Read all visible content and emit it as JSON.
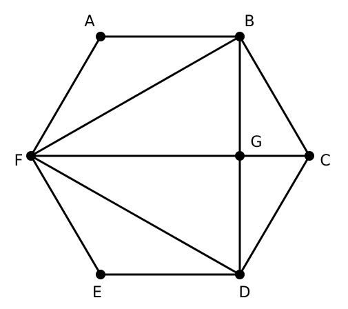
{
  "diagram": {
    "labels": {
      "A": "A",
      "B": "B",
      "C": "C",
      "D": "D",
      "E": "E",
      "F": "F",
      "G": "G"
    },
    "edges": [
      [
        "A",
        "B"
      ],
      [
        "B",
        "C"
      ],
      [
        "C",
        "D"
      ],
      [
        "D",
        "E"
      ],
      [
        "E",
        "F"
      ],
      [
        "F",
        "A"
      ],
      [
        "F",
        "B"
      ],
      [
        "F",
        "C"
      ],
      [
        "F",
        "D"
      ],
      [
        "B",
        "G"
      ],
      [
        "G",
        "D"
      ]
    ],
    "colors": {
      "stroke": "#000000",
      "vertex": "#000000",
      "background": "#ffffff"
    }
  }
}
